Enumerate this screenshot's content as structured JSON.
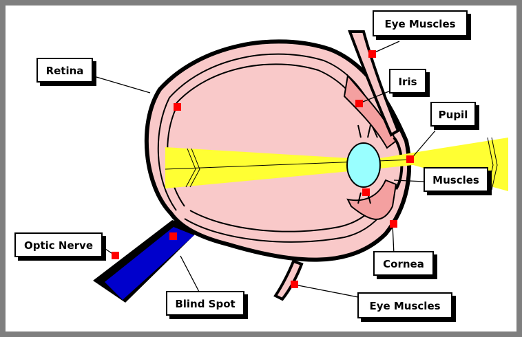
{
  "diagram": {
    "labels": {
      "eye_muscles_top": "Eye Muscles",
      "iris": "Iris",
      "retina": "Retina",
      "pupil": "Pupil",
      "muscles": "Muscles",
      "optic_nerve": "Optic Nerve",
      "cornea": "Cornea",
      "blind_spot": "Blind Spot",
      "eye_muscles_bottom": "Eye Muscles"
    },
    "colors": {
      "frame": "#7f7f7f",
      "eyeball": "#f9c9c9",
      "iris_tissue": "#f4a0a0",
      "light_beam": "#ffff33",
      "lens": "#99ffff",
      "optic_nerve": "#0000cc",
      "marker": "#ff0000"
    }
  }
}
